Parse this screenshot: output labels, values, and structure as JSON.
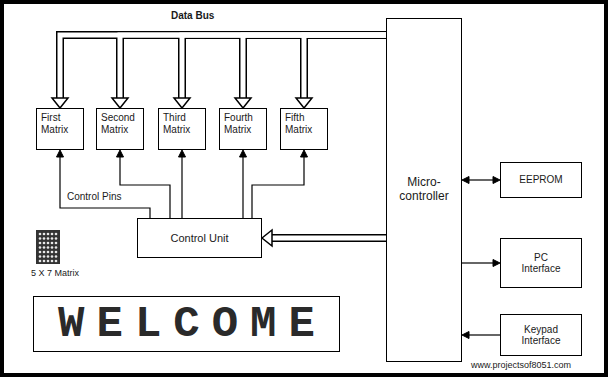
{
  "diagram": {
    "nodes": [
      {
        "text": [
          "First Matrix"
        ]
      },
      {
        "text": [
          "Second Matrix"
        ]
      },
      {
        "text": [
          "Third Matrix"
        ]
      },
      {
        "text": [
          "Fourth Matrix"
        ]
      },
      {
        "text": [
          "Fifth Matrix"
        ]
      },
      {
        "text": [
          "Micro-controller"
        ]
      },
      {
        "text": [
          "EEPROM"
        ]
      },
      {
        "text": [
          "PC Interface"
        ]
      },
      {
        "text": [
          "Control Unit"
        ]
      },
      {
        "text": [
          "Keypad Interface"
        ]
      },
      {
        "text": [
          "WELCOME"
        ]
      }
    ],
    "edges": [
      {
        "from": 5,
        "to": 0,
        "arrow": "to"
      },
      {
        "from": 5,
        "to": 1,
        "arrow": "to"
      },
      {
        "from": 5,
        "to": 2,
        "arrow": "to"
      },
      {
        "from": 5,
        "to": 3,
        "arrow": "to"
      },
      {
        "from": 5,
        "to": 4,
        "arrow": "to"
      },
      {
        "from": 8,
        "to": 0,
        "arrow": "to"
      },
      {
        "from": 8,
        "to": 1,
        "arrow": "to"
      },
      {
        "from": 8,
        "to": 2,
        "arrow": "to"
      },
      {
        "from": 8,
        "to": 3,
        "arrow": "to"
      },
      {
        "from": 8,
        "to": 4,
        "arrow": "to"
      },
      {
        "from": 5,
        "to": 8,
        "arrow": "to"
      },
      {
        "from": 5,
        "to": 6,
        "arrow": "both"
      },
      {
        "from": 5,
        "to": 7,
        "arrow": "to"
      },
      {
        "from": 9,
        "to": 5,
        "arrow": "to"
      }
    ],
    "labels": [
      "Data Bus",
      "Control Pins",
      "5 X 7 Matrix",
      "www.projectsof8051.com"
    ]
  }
}
